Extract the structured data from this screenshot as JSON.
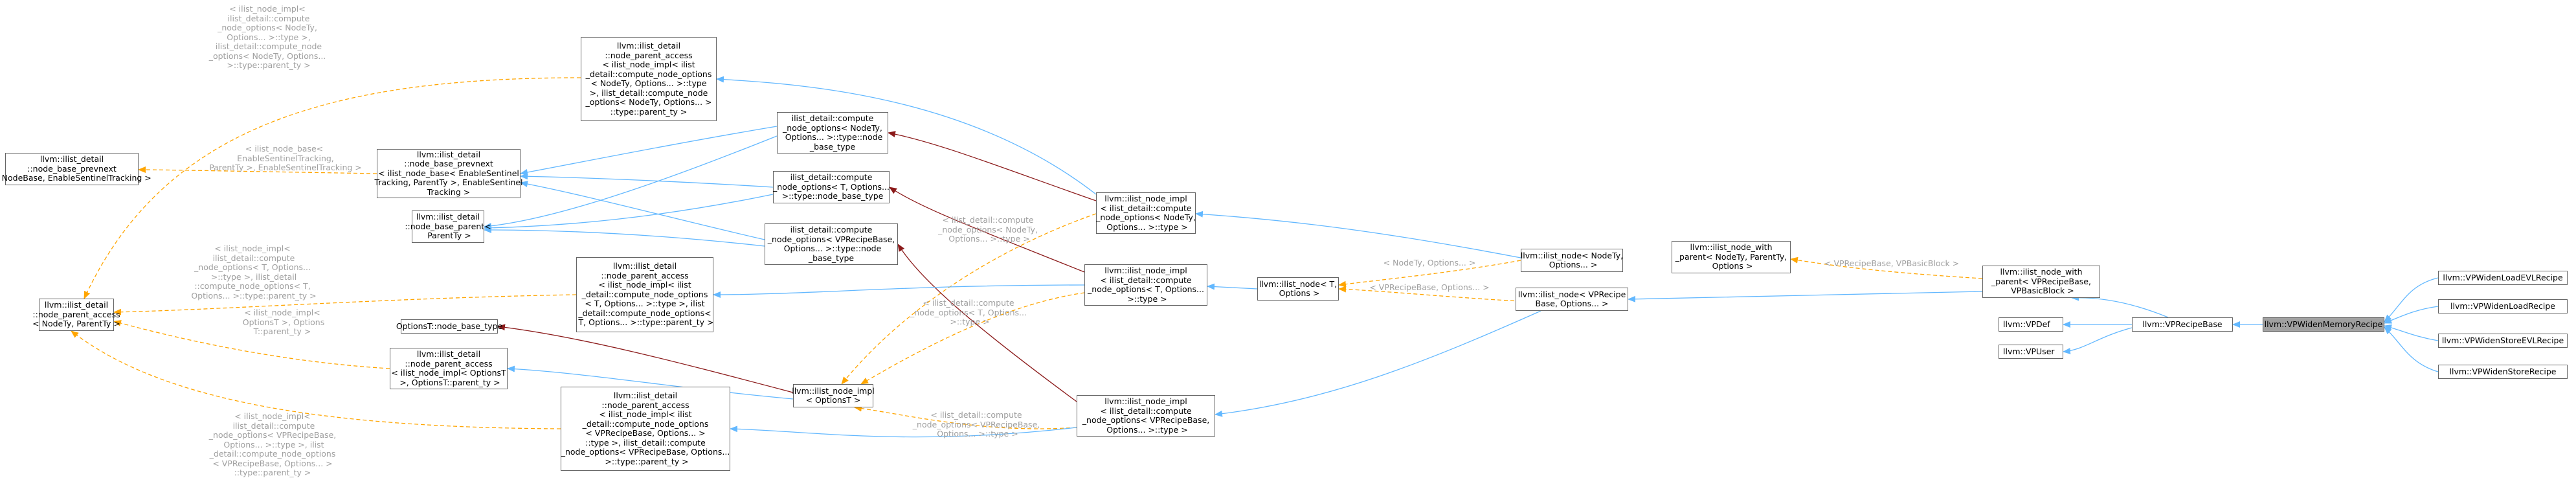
{
  "colors": {
    "public_inheritance": "#63b8ff",
    "protected_inheritance": "#8b1a1a",
    "template_instance": "#ffa500",
    "label_text": "#a0a0a0",
    "focus_fill": "#a0a0a0"
  },
  "nodes": {
    "n01": "llvm::ilist_detail\n::node_base_prevnext\n< NodeBase, EnableSentinelTracking >",
    "n02": "llvm::ilist_detail\n::node_parent_access\n< NodeTy, ParentTy >",
    "n03": "llvm::ilist_detail\n::node_parent_access\n< ilist_node_impl< ilist\n_detail::compute_node_options\n< NodeTy, Options... >::type\n>, ilist_detail::compute_node\n_options< NodeTy, Options... >\n::type::parent_ty >",
    "n04": "llvm::ilist_detail\n::node_base_prevnext\n< ilist_node_base< EnableSentinel\nTracking, ParentTy >, EnableSentinel\nTracking >",
    "n05": "llvm::ilist_detail\n::node_base_parent<\n ParentTy >",
    "n06": "llvm::ilist_detail\n::node_parent_access\n< ilist_node_impl< ilist\n_detail::compute_node_options\n< T, Options... >::type >, ilist\n_detail::compute_node_options<\n T, Options... >::type::parent_ty >",
    "n07": "OptionsT::node_base_type",
    "n08": "llvm::ilist_detail\n::node_parent_access\n< ilist_node_impl< OptionsT\n >, OptionsT::parent_ty >",
    "n09": "llvm::ilist_detail\n::node_parent_access\n< ilist_node_impl< ilist\n_detail::compute_node_options\n< VPRecipeBase, Options... >\n::type >, ilist_detail::compute\n_node_options< VPRecipeBase, Options...\n >::type::parent_ty >",
    "n10": "ilist_detail::compute\n_node_options< NodeTy,\n Options... >::type::node\n_base_type",
    "n11": "ilist_detail::compute\n_node_options< T, Options...\n >::type::node_base_type",
    "n12": "ilist_detail::compute\n_node_options< VPRecipeBase,\n Options... >::type::node\n_base_type",
    "n13": "llvm::ilist_node_impl\n< OptionsT >",
    "n14": "llvm::ilist_node_impl\n< ilist_detail::compute\n_node_options< NodeTy,\n Options... >::type >",
    "n15": "llvm::ilist_node_impl\n< ilist_detail::compute\n_node_options< T, Options...\n >::type >",
    "n16": "llvm::ilist_node_impl\n< ilist_detail::compute\n_node_options< VPRecipeBase,\n Options... >::type >",
    "n17": "llvm::ilist_node< T,\n Options >",
    "n18": "llvm::ilist_node< NodeTy,\n Options... >",
    "n19": "llvm::ilist_node< VPRecipe\nBase, Options... >",
    "n20": "llvm::ilist_node_with\n_parent< NodeTy, ParentTy,\n Options >",
    "n21": "llvm::ilist_node_with\n_parent< VPRecipeBase,\n VPBasicBlock >",
    "n22": "llvm::VPDef",
    "n23": "llvm::VPUser",
    "n24": "llvm::VPRecipeBase",
    "n25": "llvm::VPWidenMemoryRecipe",
    "n26": "llvm::VPWidenLoadEVLRecipe",
    "n27": "llvm::VPWidenLoadRecipe",
    "n28": "llvm::VPWidenStoreEVLRecipe",
    "n29": "llvm::VPWidenStoreRecipe"
  },
  "edge_labels": {
    "l1": "< ilist_node_impl<\n ilist_detail::compute\n_node_options< NodeTy,\n Options... >::type >,\n ilist_detail::compute_node\n_options< NodeTy, Options...\n >::type::parent_ty >",
    "l2": "< ilist_node_base<\n EnableSentinelTracking,\n ParentTy >, EnableSentinelTracking >",
    "l3": "< ilist_node_impl<\n ilist_detail::compute\n_node_options< T, Options...\n >::type >, ilist_detail\n::compute_node_options< T,\n Options... >::type::parent_ty >",
    "l4": "< ilist_node_impl<\n OptionsT >, Options\nT::parent_ty >",
    "l5": "< ilist_node_impl<\n ilist_detail::compute\n_node_options< VPRecipeBase,\n Options... >::type >, ilist\n_detail::compute_node_options\n< VPRecipeBase, Options... >\n::type::parent_ty >",
    "l6": "< ilist_detail::compute\n_node_options< NodeTy,\n Options... >::type >",
    "l7": "< ilist_detail::compute\n_node_options< T, Options...\n >::type >",
    "l8": "< ilist_detail::compute\n_node_options< VPRecipeBase,\n Options... >::type >",
    "l9": "< NodeTy, Options... >",
    "l10": "< VPRecipeBase, Options... >",
    "l11": "< VPRecipeBase, VPBasicBlock >"
  }
}
